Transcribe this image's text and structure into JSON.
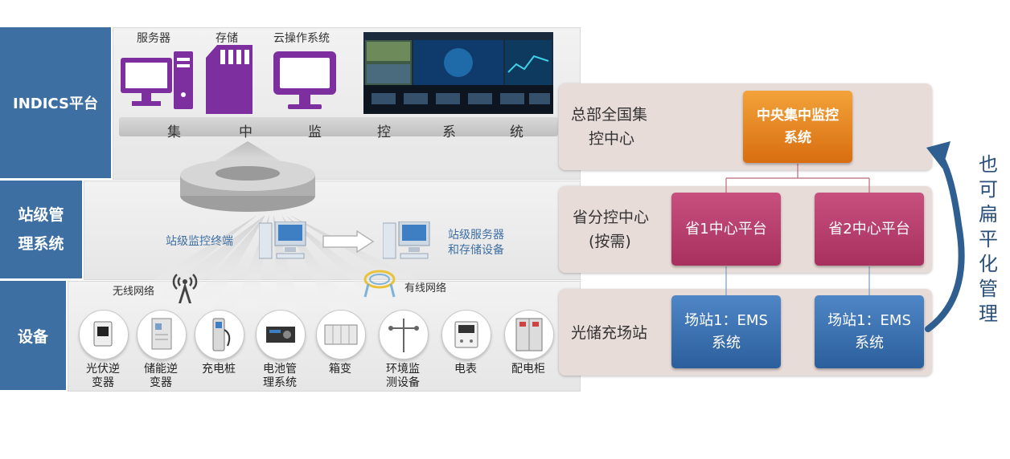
{
  "layers": {
    "platform": "INDICS平台",
    "station": "站级管理系统",
    "device": "设备"
  },
  "top_items": {
    "server": "服务器",
    "storage": "存储",
    "cloud_os": "云操作系统"
  },
  "central_bar": [
    "集",
    "中",
    "监",
    "控",
    "系",
    "统"
  ],
  "station_layer": {
    "terminal": "站级监控终端",
    "server_line1": "站级服务器",
    "server_line2": "和存储设备",
    "wireless": "无线网络",
    "wired": "有线网络"
  },
  "devices": [
    {
      "line1": "光伏逆",
      "line2": "变器"
    },
    {
      "line1": "储能逆",
      "line2": "变器"
    },
    {
      "line1": "充电桩",
      "line2": ""
    },
    {
      "line1": "电池管",
      "line2": "理系统"
    },
    {
      "line1": "箱变",
      "line2": ""
    },
    {
      "line1": "环境监",
      "line2": "测设备"
    },
    {
      "line1": "电表",
      "line2": ""
    },
    {
      "line1": "配电柜",
      "line2": ""
    }
  ],
  "hierarchy": {
    "hq_line1": "总部全国集",
    "hq_line2": "控中心",
    "central_line1": "中央集中监控",
    "central_line2": "系统",
    "prov_line1": "省分控中心",
    "prov_line2": "(按需)",
    "prov1": "省1中心平台",
    "prov2": "省2中心平台",
    "site_label": "光储充场站",
    "site1_line1": "场站1：EMS",
    "site1_line2": "系统",
    "site2_line1": "场站1：EMS",
    "site2_line2": "系统"
  },
  "side_note": [
    "也",
    "可",
    "扁",
    "平",
    "化",
    "管",
    "理"
  ],
  "colors": {
    "layer_blue": "#3e6fa3",
    "orange": "#e8841f",
    "pink": "#b63d6d",
    "blue": "#3a70b0",
    "purple": "#7d2fa0"
  }
}
